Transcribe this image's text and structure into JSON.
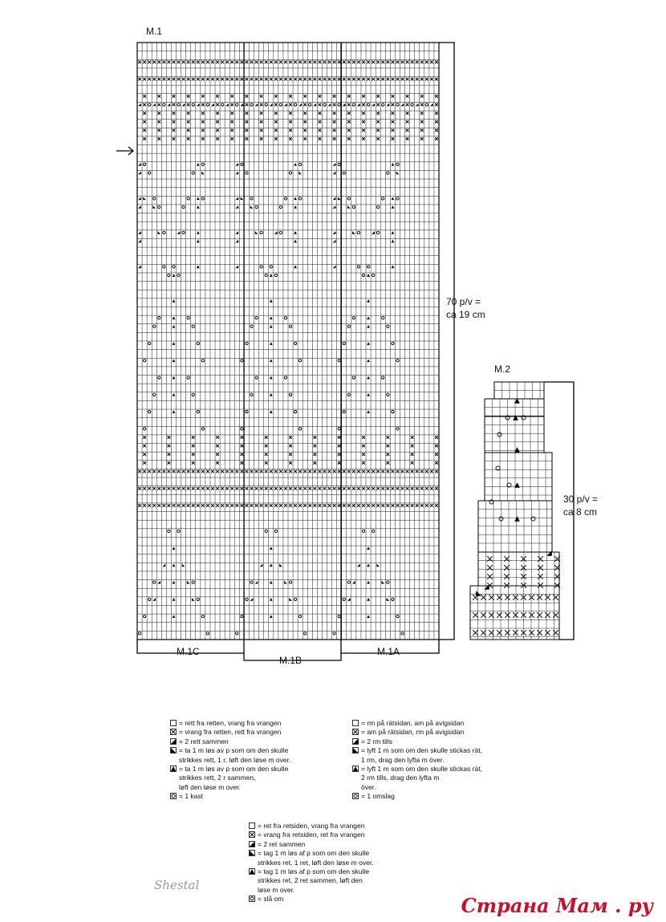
{
  "charts": {
    "m1_title": "M.1",
    "m2_title": "M.2",
    "m1_dimension": "70 p/v =\nca 19 cm",
    "m2_dimension": "30 p/v =\nca 8 cm",
    "section_labels": [
      "M.1C",
      "M.1B",
      "M.1A"
    ]
  },
  "legend_no": [
    {
      "symbol": "blank",
      "text": "= rett fra retten, vrang fra vrangen"
    },
    {
      "symbol": "cross",
      "text": "= vrang fra retten, rett fra vrangen"
    },
    {
      "symbol": "k2tog",
      "text": "= 2 rett sammen"
    },
    {
      "symbol": "skp",
      "text": "= ta 1 m løs av p som om den skulle\n   strikkes rett, 1 r, løft den løse m over."
    },
    {
      "symbol": "sk2p",
      "text": "= ta 1 m løs av p som om den skulle\n   strikkes rett, 2 r sammen,\n   løft den løse m over."
    },
    {
      "symbol": "yo",
      "text": "= 1 kast"
    }
  ],
  "legend_se": [
    {
      "symbol": "blank",
      "text": "= rm på rätsidan, am på avigsidan"
    },
    {
      "symbol": "cross",
      "text": "= am på rätsidan, rm på avigsidan"
    },
    {
      "symbol": "k2tog",
      "text": "= 2 rm tills"
    },
    {
      "symbol": "skp",
      "text": "= lyft 1 m som om den skulle stickas rät,\n   1 rm, drag den lyfta m över."
    },
    {
      "symbol": "sk2p",
      "text": "= lyft 1 m som om den skulle stickas rät,\n   2 rm tills, drag den lyfta m\n   över."
    },
    {
      "symbol": "yo",
      "text": "= 1 omslag"
    }
  ],
  "legend_dk": [
    {
      "symbol": "blank",
      "text": "= ret fra retsiden, vrang fra vrangen"
    },
    {
      "symbol": "cross",
      "text": "= vrang fra retsiden, ret fra vrangen"
    },
    {
      "symbol": "k2tog",
      "text": "= 2 ret sammen"
    },
    {
      "symbol": "skp",
      "text": "= tag 1 m løs af p som om den skulle\n   strikkes ret, 1 ret, løft den løse m over."
    },
    {
      "symbol": "sk2p",
      "text": "= tag 1 m løs af p som om den skulle\n   strikkes ret, 2 ret sammen, løft den\n   løse m over."
    },
    {
      "symbol": "yo",
      "text": "= slå om"
    }
  ],
  "signature": "Shestal",
  "watermark": "Страна Мам . ру"
}
